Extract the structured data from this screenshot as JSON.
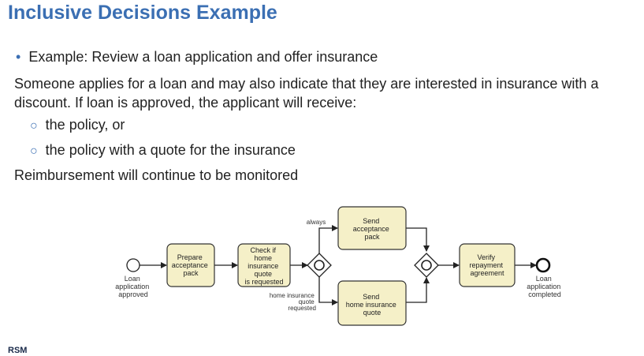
{
  "slide": {
    "title": "Inclusive Decisions Example",
    "bullet": "Example: Review a loan application and offer insurance",
    "paragraph": "Someone applies for a loan and may also indicate that they are interested in insurance with a discount. If loan is approved, the applicant will receive:",
    "sub_items": [
      "the policy, or",
      "the policy with a quote for the insurance"
    ],
    "closing": "Reimbursement will continue to be monitored",
    "footer_logo": "RSM"
  },
  "diagram": {
    "start_event": [
      "Loan",
      "application",
      "approved"
    ],
    "task_prepare": [
      "Prepare",
      "acceptance",
      "pack"
    ],
    "task_check": [
      "Check if",
      "home",
      "insurance",
      "quote",
      "is requested"
    ],
    "task_send_acceptance": [
      "Send",
      "acceptance",
      "pack"
    ],
    "task_send_quote": [
      "Send",
      "home insurance",
      "quote"
    ],
    "task_verify": [
      "Verify",
      "repayment",
      "agreement"
    ],
    "end_event": [
      "Loan",
      "application",
      "completed"
    ],
    "label_always": "always",
    "label_condition": [
      "home insurance",
      "quote",
      "requested"
    ],
    "colors": {
      "task_fill": "#f5f0c8",
      "task_stroke": "#333333",
      "title": "#3b6fb3"
    }
  }
}
